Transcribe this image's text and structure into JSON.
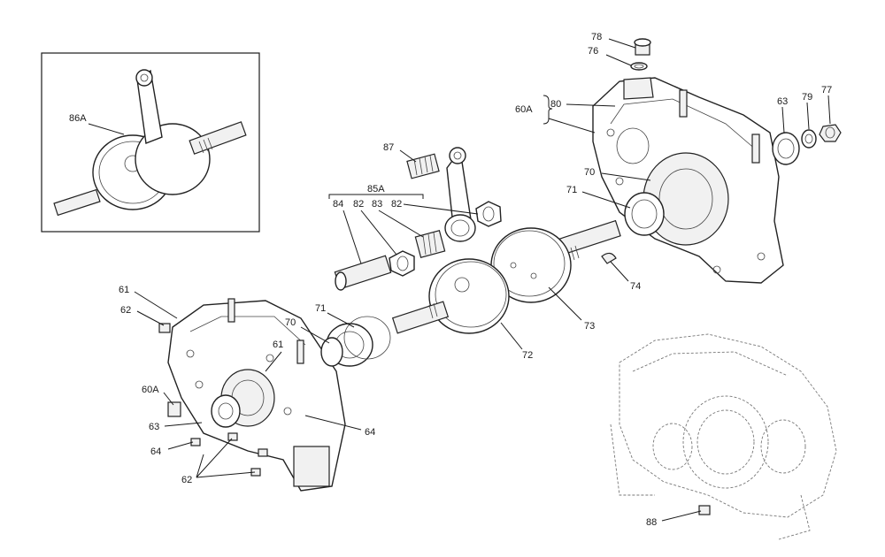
{
  "labels": {
    "l86A": "86A",
    "l78": "78",
    "l76": "76",
    "l80": "80",
    "l60A_top": "60A",
    "l63_top": "63",
    "l79": "79",
    "l77": "77",
    "l87": "87",
    "l85A": "85A",
    "l84": "84",
    "l82a": "82",
    "l83": "83",
    "l82b": "82",
    "l70_top": "70",
    "l71_top": "71",
    "l74": "74",
    "l73": "73",
    "l72": "72",
    "l61a": "61",
    "l62_top": "62",
    "l70_mid": "70",
    "l71_mid": "71",
    "l61b": "61",
    "l60A_bot": "60A",
    "l63_bot": "63",
    "l64_right": "64",
    "l64_left": "64",
    "l62_bot": "62",
    "l88": "88"
  },
  "icons": {
    "crankshaft": "crankshaft-icon",
    "crankcase": "crankcase-icon",
    "bearing": "bearing-icon",
    "connecting_rod": "connecting-rod-icon"
  },
  "colors": {
    "line": "#1a1a1a",
    "ghost": "#777777"
  }
}
